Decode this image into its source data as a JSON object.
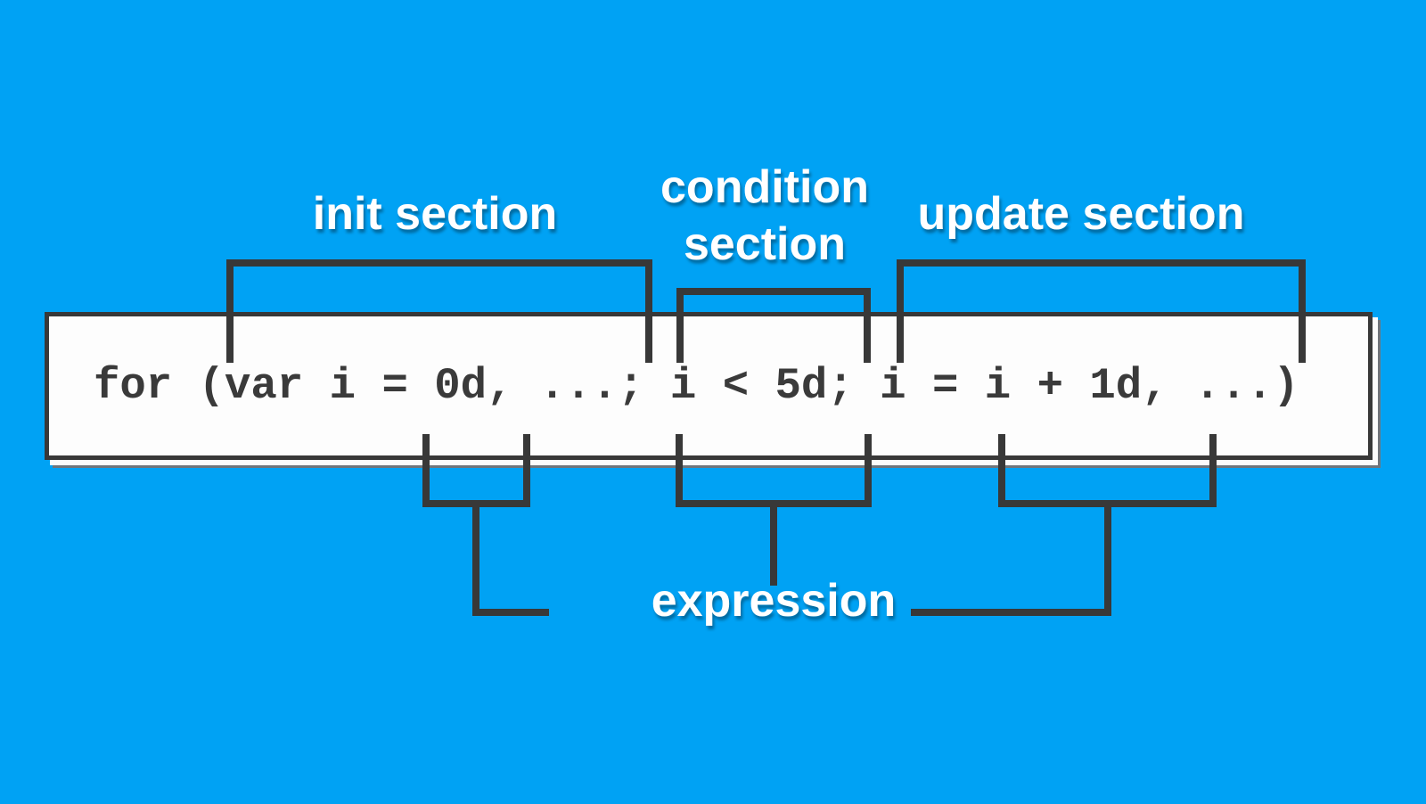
{
  "diagram": {
    "title_implicit": "anatomy of a for loop header",
    "background_color": "#00a2f4",
    "line_color": "#383838",
    "code_text_color": "#3a3a3a",
    "label_text_color": "#ffffff",
    "box_background": "#fdfdfd"
  },
  "labels": {
    "init_section": "init section",
    "condition_section": "condition\nsection",
    "update_section": "update section",
    "expression": "expression"
  },
  "code": {
    "text": "for (var i = 0d, ...; i < 5d; i = i + 1d, ...)"
  }
}
